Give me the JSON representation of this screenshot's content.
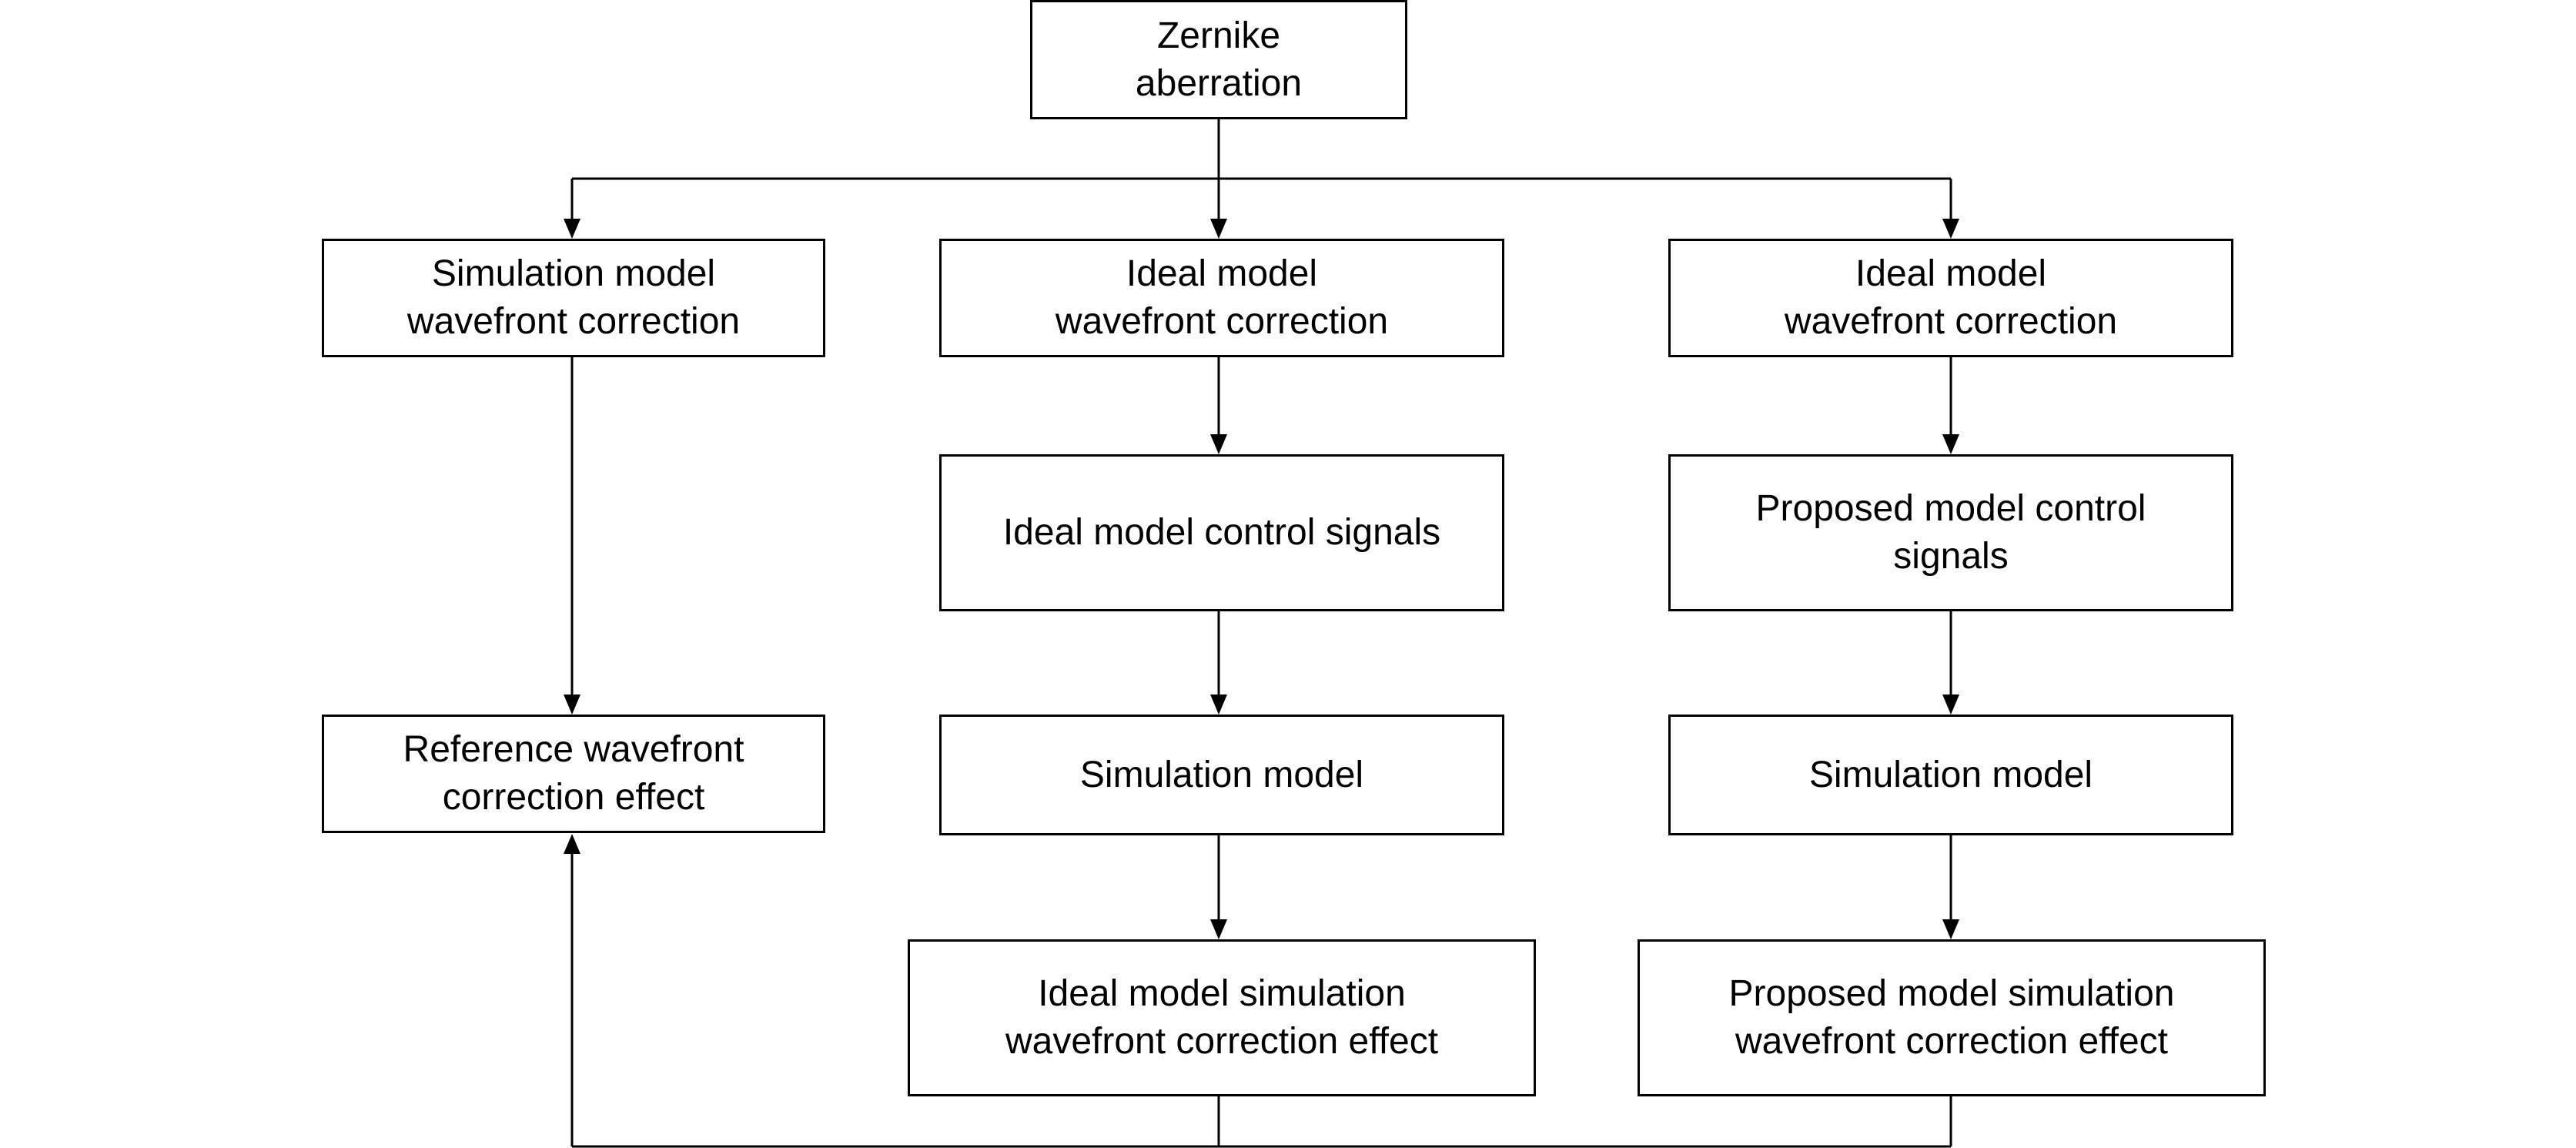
{
  "nodes": {
    "top": {
      "lines": [
        "Zernike",
        "aberration"
      ]
    },
    "col1_row1": {
      "lines": [
        "Simulation model",
        "wavefront correction"
      ]
    },
    "col1_row2": {
      "lines": [
        "Reference wavefront",
        "correction effect"
      ]
    },
    "col2_row1": {
      "lines": [
        "Ideal model",
        "wavefront correction"
      ]
    },
    "col2_row2": {
      "lines": [
        "Ideal model control signals"
      ]
    },
    "col2_row3": {
      "lines": [
        "Simulation model"
      ]
    },
    "col2_row4": {
      "lines": [
        "Ideal model simulation",
        "wavefront correction effect"
      ]
    },
    "col3_row1": {
      "lines": [
        "Ideal model",
        "wavefront correction"
      ]
    },
    "col3_row2": {
      "lines": [
        "Proposed model control",
        "signals"
      ]
    },
    "col3_row3": {
      "lines": [
        "Simulation model"
      ]
    },
    "col3_row4": {
      "lines": [
        "Proposed model simulation",
        "wavefront correction effect"
      ]
    }
  },
  "colors": {
    "line": "#000000",
    "box_border": "#000000",
    "background": "#ffffff"
  }
}
